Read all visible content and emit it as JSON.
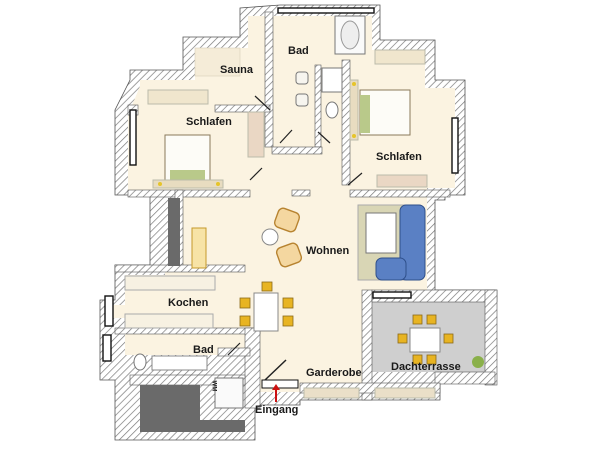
{
  "plan_title": "Grundriss Wohnung",
  "rooms": [
    {
      "id": "sauna",
      "label": "Sauna"
    },
    {
      "id": "bad-oben",
      "label": "Bad"
    },
    {
      "id": "schlafen-links",
      "label": "Schlafen"
    },
    {
      "id": "schlafen-rechts",
      "label": "Schlafen"
    },
    {
      "id": "wohnen",
      "label": "Wohnen"
    },
    {
      "id": "kochen",
      "label": "Kochen"
    },
    {
      "id": "bad-unten",
      "label": "Bad"
    },
    {
      "id": "garderobe",
      "label": "Garderobe"
    },
    {
      "id": "dachterrasse",
      "label": "Dachterrasse"
    }
  ],
  "entrance": {
    "label": "Eingang",
    "arrow_color": "#cc1111"
  },
  "appliances": {
    "washing_machine": "WM"
  },
  "colors": {
    "floor": "#fbf3e1",
    "terrace": "#cfcfcf",
    "wall_hatch": "#7a7a7a",
    "furniture_yellow": "#e8b422",
    "sofa_blue": "#4a72b8",
    "dark_block": "#6a6a6a"
  }
}
